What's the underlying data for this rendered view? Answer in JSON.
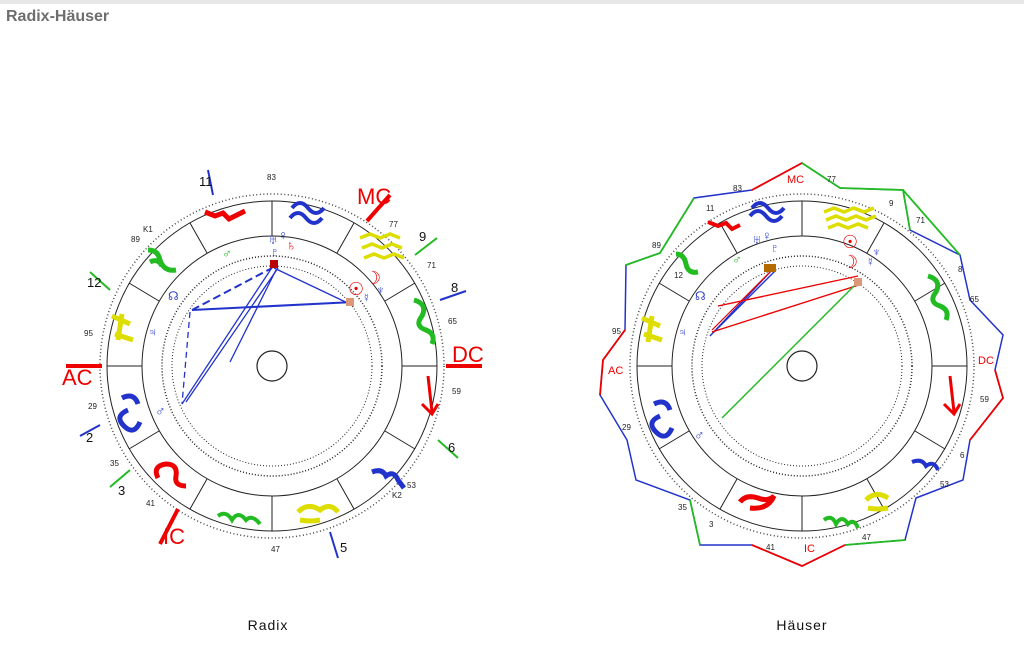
{
  "page": {
    "title": "Radix-Häuser"
  },
  "charts": {
    "radix": {
      "caption": "Radix",
      "angles": {
        "ac": "AC",
        "dc": "DC",
        "mc": "MC",
        "ic": "IC"
      },
      "house_numbers": [
        "11",
        "12",
        "2",
        "3",
        "5",
        "6",
        "8",
        "9"
      ],
      "degree_labels": [
        "83",
        "77",
        "71",
        "65",
        "59",
        "53",
        "47",
        "41",
        "35",
        "29",
        "95",
        "89",
        "K1",
        "K2"
      ]
    },
    "houses": {
      "caption": "Häuser",
      "angles": {
        "ac": "AC",
        "dc": "DC",
        "mc": "MC",
        "ic": "IC"
      },
      "degree_labels": [
        "83",
        "77",
        "71",
        "65",
        "59",
        "53",
        "47",
        "41",
        "35",
        "29",
        "95",
        "89",
        "3",
        "6",
        "8",
        "9",
        "11",
        "12"
      ]
    }
  }
}
